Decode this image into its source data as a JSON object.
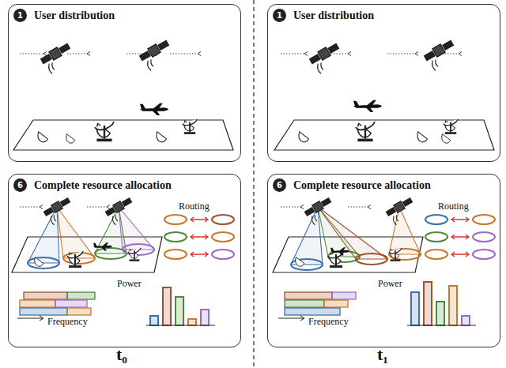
{
  "diagram": {
    "nodes": [
      {
        "text": [
          "User distribution"
        ]
      },
      {
        "text": [
          "Complete resource allocation"
        ]
      },
      {
        "text": [
          "User distribution"
        ]
      },
      {
        "text": [
          "Complete resource allocation"
        ]
      }
    ],
    "labels": [
      "1",
      "6",
      "Routing",
      "Power",
      "Frequency",
      "1",
      "6",
      "Routing",
      "Power",
      "Frequency",
      "t₀",
      "t₁"
    ]
  }
}
